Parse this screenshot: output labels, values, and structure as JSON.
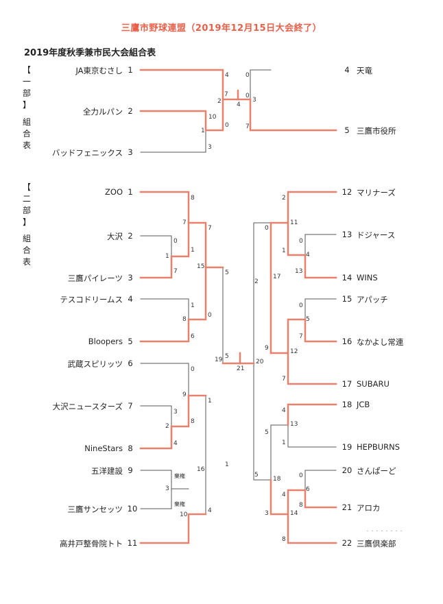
{
  "title": "三鷹市野球連盟（2019年12月15日大会終了）",
  "subtitle": "2019年度秋季兼市民大会組合表",
  "colors": {
    "win": "#e8806e",
    "line": "#555555",
    "title": "#e8604a"
  },
  "divisions": [
    {
      "label_chars": [
        "【",
        "一",
        "部",
        "】"
      ],
      "sub_chars": [
        "組",
        "合",
        "表"
      ]
    },
    {
      "label_chars": [
        "【",
        "二",
        "部",
        "】"
      ],
      "sub_chars": [
        "組",
        "合",
        "表"
      ]
    }
  ],
  "division1": {
    "teams": [
      {
        "num": "1",
        "name": "JA東京むさし"
      },
      {
        "num": "2",
        "name": "全力ルパン"
      },
      {
        "num": "3",
        "name": "バッドフェニックス"
      },
      {
        "num": "4",
        "name": "天竜"
      },
      {
        "num": "5",
        "name": "三鷹市役所"
      }
    ],
    "scores": [
      "4",
      "7",
      "2",
      "10",
      "1",
      "0",
      "3",
      "4",
      "0",
      "0",
      "3",
      "7"
    ]
  },
  "division2": {
    "teams": [
      {
        "num": "1",
        "name": "ZOO"
      },
      {
        "num": "2",
        "name": "大沢"
      },
      {
        "num": "3",
        "name": "三鷹パイレーツ"
      },
      {
        "num": "4",
        "name": "テスコドリームス"
      },
      {
        "num": "5",
        "name": "Bloopers"
      },
      {
        "num": "6",
        "name": "武蔵スピリッツ"
      },
      {
        "num": "7",
        "name": "大沢ニュースターズ"
      },
      {
        "num": "8",
        "name": "NineStars"
      },
      {
        "num": "9",
        "name": "五洋建設"
      },
      {
        "num": "10",
        "name": "三鷹サンセッツ"
      },
      {
        "num": "11",
        "name": "高井戸整骨院トト"
      },
      {
        "num": "12",
        "name": "マリナーズ"
      },
      {
        "num": "13",
        "name": "ドジャース"
      },
      {
        "num": "14",
        "name": "WINS"
      },
      {
        "num": "15",
        "name": "アパッチ"
      },
      {
        "num": "16",
        "name": "なかよし常連"
      },
      {
        "num": "17",
        "name": "SUBARU"
      },
      {
        "num": "18",
        "name": "JCB"
      },
      {
        "num": "19",
        "name": "HEPBURNS"
      },
      {
        "num": "20",
        "name": "さんぱーど"
      },
      {
        "num": "21",
        "name": "アロカ"
      },
      {
        "num": "22",
        "name": "三鷹倶楽部"
      }
    ],
    "scores_left": [
      "8",
      "7",
      "7",
      "0",
      "1",
      "1",
      "7",
      "15",
      "5",
      "1",
      "8",
      "0",
      "6",
      "0",
      "9",
      "1",
      "3",
      "2",
      "8",
      "4",
      "棄権",
      "3",
      "棄権",
      "10",
      "16",
      "1",
      "4",
      "19",
      "5"
    ],
    "scores_right": [
      "2",
      "11",
      "0",
      "0",
      "4",
      "13",
      "1",
      "17",
      "0",
      "5",
      "7",
      "9",
      "12",
      "7",
      "4",
      "13",
      "5",
      "1",
      "0",
      "6",
      "4",
      "8",
      "5",
      "18",
      "3",
      "14",
      "8",
      "2",
      "20"
    ],
    "final_score": "21"
  },
  "footnote": "・・・・・・・・"
}
